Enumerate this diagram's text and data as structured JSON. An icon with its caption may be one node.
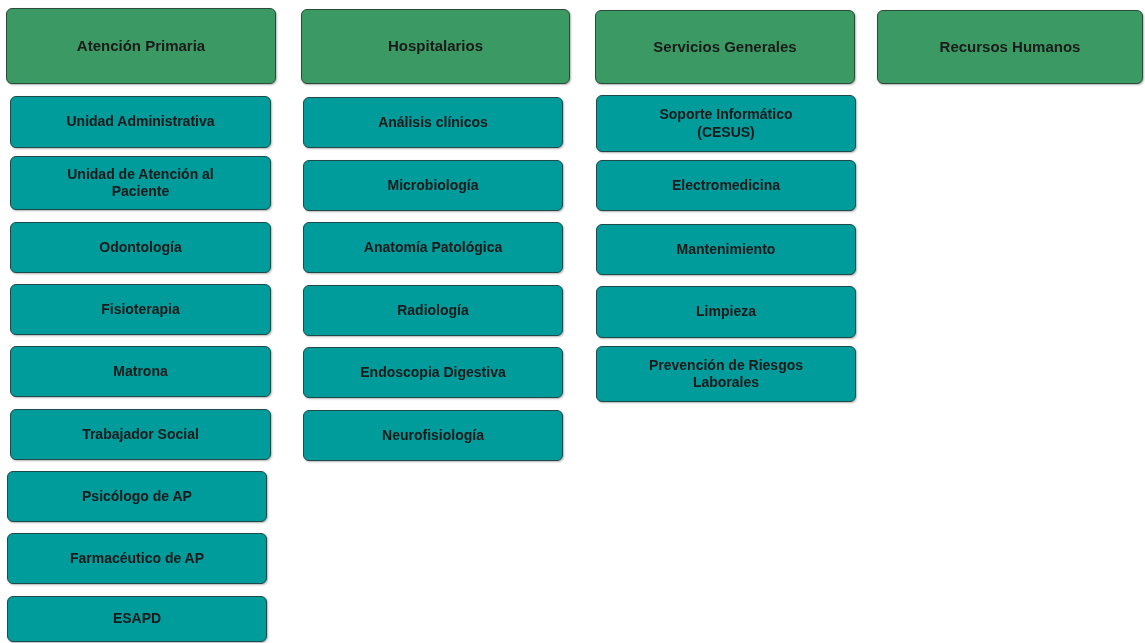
{
  "diagram": {
    "nodes": [
      {
        "text": [
          "Atención Primaria"
        ]
      },
      {
        "text": [
          "Hospitalarios"
        ]
      },
      {
        "text": [
          "Servicios Generales"
        ]
      },
      {
        "text": [
          "Recursos Humanos"
        ]
      },
      {
        "text": [
          "Unidad Administrativa"
        ]
      },
      {
        "text": [
          "Unidad de Atención al Paciente"
        ]
      },
      {
        "text": [
          "Odontología"
        ]
      },
      {
        "text": [
          "Fisioterapia"
        ]
      },
      {
        "text": [
          "Matrona"
        ]
      },
      {
        "text": [
          "Trabajador Social"
        ]
      },
      {
        "text": [
          "Psicólogo de AP"
        ]
      },
      {
        "text": [
          "Farmacéutico de AP"
        ]
      },
      {
        "text": [
          "ESAPD"
        ]
      },
      {
        "text": [
          "Análisis clínicos"
        ]
      },
      {
        "text": [
          "Microbiología"
        ]
      },
      {
        "text": [
          "Anatomía Patológica"
        ]
      },
      {
        "text": [
          "Radiología"
        ]
      },
      {
        "text": [
          "Endoscopia Digestiva"
        ]
      },
      {
        "text": [
          "Neurofisiología"
        ]
      },
      {
        "text": [
          "Soporte Informático (CESUS)"
        ]
      },
      {
        "text": [
          "Electromedicina"
        ]
      },
      {
        "text": [
          "Mantenimiento"
        ]
      },
      {
        "text": [
          "Limpieza"
        ]
      },
      {
        "text": [
          "Prevención de Riesgos Laborales"
        ]
      }
    ]
  }
}
